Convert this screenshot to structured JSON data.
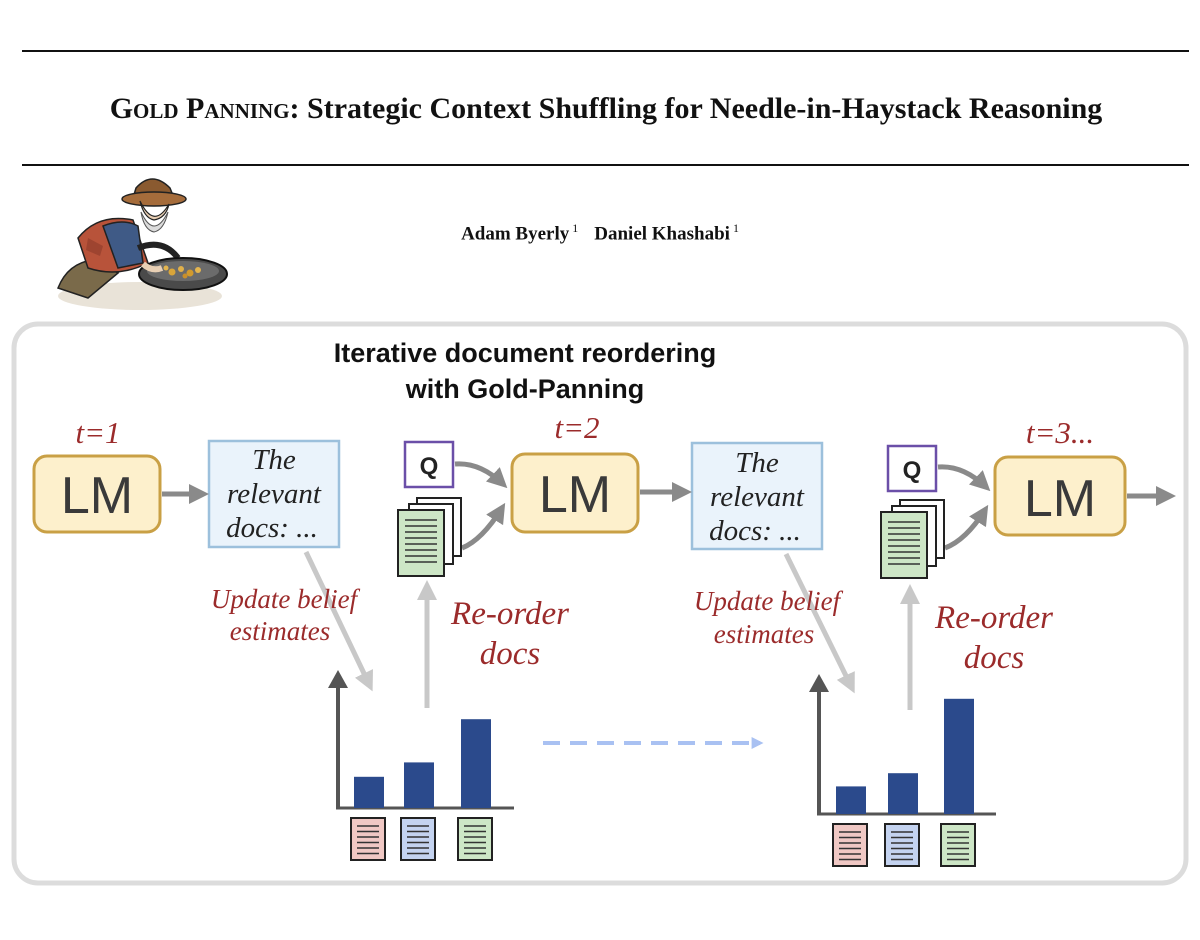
{
  "paper": {
    "title_smallcaps": "Gold Panning",
    "title_rest": ": Strategic Context Shuffling for Needle-in-Haystack Reasoning",
    "authors": [
      {
        "name": "Adam Byerly",
        "affiliation": "1"
      },
      {
        "name": "Daniel Khashabi",
        "affiliation": "1"
      }
    ]
  },
  "figure": {
    "heading_line1": "Iterative document reordering",
    "heading_line2": "with Gold-Panning",
    "lm_label": "LM",
    "query_label": "Q",
    "steps": [
      "t=1",
      "t=2",
      "t=3..."
    ],
    "relevant_docs_text": [
      "The",
      "relevant",
      "docs: ..."
    ],
    "update_label": [
      "Update belief",
      "estimates"
    ],
    "reorder_label": [
      "Re-order",
      "docs"
    ],
    "belief_charts": [
      {
        "values": [
          0.26,
          0.38,
          0.74
        ],
        "doc_colors": [
          "#f0c8c4",
          "#c4d3f0",
          "#cde6c6"
        ]
      },
      {
        "values": [
          0.23,
          0.34,
          0.96
        ],
        "doc_colors": [
          "#f0c8c4",
          "#c4d3f0",
          "#cde6c6"
        ]
      }
    ],
    "colors": {
      "lm_fill": "#fdf0cc",
      "lm_stroke": "#c9a045",
      "bar": "#2b4a8c",
      "step_text": "#9b2b2b",
      "query_stroke": "#6b4fa8",
      "docs_box_stroke": "#9cc0dc"
    }
  }
}
